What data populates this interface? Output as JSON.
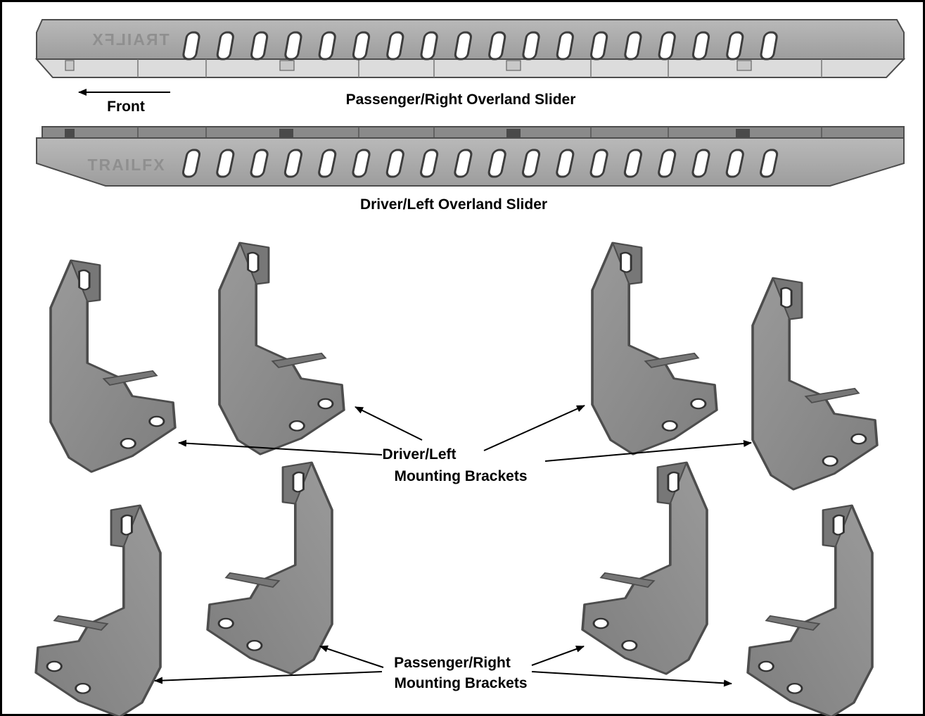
{
  "labels": {
    "passenger_slider": "Passenger/Right Overland Slider",
    "driver_slider": "Driver/Left Overland Slider",
    "front": "Front",
    "driver_brackets_line1": "Driver/Left",
    "driver_brackets_line2": "Mounting Brackets",
    "passenger_brackets_line1": "Passenger/Right",
    "passenger_brackets_line2": "Mounting Brackets"
  },
  "logos": {
    "passenger_logo": "TRAILFX",
    "driver_logo": "TRAILFX"
  },
  "colors": {
    "slider_face": "#a9a9a9",
    "slider_inner": "#dcdcdc",
    "slider_inner_dark": "#9a9a9a",
    "bracket_fill": "#8d8d8d",
    "bracket_edge": "#4d4d4d",
    "border": "#000000"
  },
  "counts": {
    "slots_per_slider": 18,
    "driver_brackets": 4,
    "passenger_brackets": 4
  }
}
